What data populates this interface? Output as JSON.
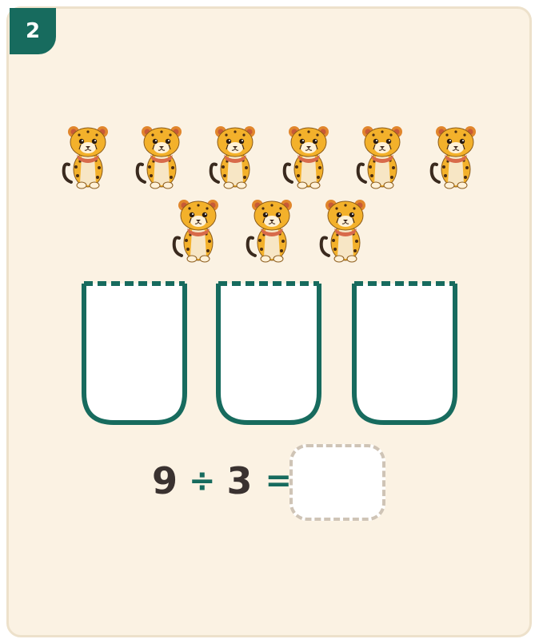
{
  "problem": {
    "number": "2"
  },
  "objects": {
    "name": "cheetah",
    "count": 9,
    "per_row": [
      6,
      3
    ]
  },
  "groups": {
    "count": 3,
    "color": "#176b5e"
  },
  "equation": {
    "dividend": "9",
    "operator": "÷",
    "divisor": "3",
    "equals": "=",
    "answer": ""
  },
  "colors": {
    "background": "#fbf2e3",
    "accent": "#176b5e",
    "text": "#3a3230"
  }
}
